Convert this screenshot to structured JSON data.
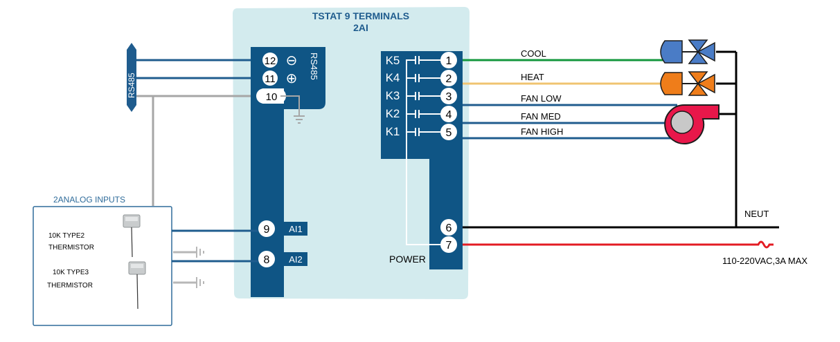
{
  "title": {
    "line1": "TSTAT 9 TERMINALS",
    "line2": "2AI"
  },
  "bus_label": "RS485",
  "rs485_block_label": "RS485",
  "rs485_terminals": [
    {
      "number": "12",
      "symbol": "⊖"
    },
    {
      "number": "11",
      "symbol": "⊕"
    },
    {
      "number": "10",
      "symbol": ""
    }
  ],
  "relays": [
    "K5",
    "K4",
    "K3",
    "K2",
    "K1"
  ],
  "output_terminals": [
    "1",
    "2",
    "3",
    "4",
    "5"
  ],
  "output_labels": [
    "COOL",
    "HEAT",
    "FAN LOW",
    "FAN MED",
    "FAN HIGH"
  ],
  "power_terminals": [
    "6",
    "7"
  ],
  "power_label": "POWER",
  "neutral_label": "NEUT",
  "supply_label": "110-220VAC,3A MAX",
  "analog_terminals": [
    {
      "number": "9",
      "tag": "AI1"
    },
    {
      "number": "8",
      "tag": "AI2"
    }
  ],
  "analog_box_title": "2ANALOG INPUTS",
  "sensors": [
    {
      "line1": "10K TYPE2",
      "line2": "THERMISTOR"
    },
    {
      "line1": "10K TYPE3",
      "line2": "THERMISTOR"
    }
  ],
  "colors": {
    "panel": "#d3ebee",
    "block": "#0f5585",
    "wire_blue": "#1f5c8e",
    "wire_green": "#13973c",
    "wire_heat": "#f0c470",
    "wire_gray": "#a6a6a6",
    "wire_red": "#e31b23",
    "valve_blue": "#4a7cc6",
    "valve_orange": "#ef7d1a",
    "fan_red": "#e8174a"
  }
}
